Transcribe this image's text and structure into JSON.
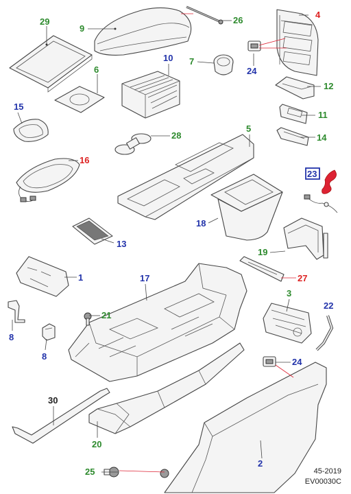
{
  "diagram": {
    "callouts": [
      {
        "id": "c29",
        "label": "29",
        "color": "#2d8a2d"
      },
      {
        "id": "c9",
        "label": "9",
        "color": "#2d8a2d"
      },
      {
        "id": "c26",
        "label": "26",
        "color": "#2d8a2d"
      },
      {
        "id": "c4",
        "label": "4",
        "color": "#dd2222"
      },
      {
        "id": "c7",
        "label": "7",
        "color": "#2d8a2d"
      },
      {
        "id": "c10",
        "label": "10",
        "color": "#2233aa"
      },
      {
        "id": "c24a",
        "label": "24",
        "color": "#2233aa"
      },
      {
        "id": "c6",
        "label": "6",
        "color": "#2d8a2d"
      },
      {
        "id": "c12",
        "label": "12",
        "color": "#2d8a2d"
      },
      {
        "id": "c15",
        "label": "15",
        "color": "#2233aa"
      },
      {
        "id": "c11",
        "label": "11",
        "color": "#2d8a2d"
      },
      {
        "id": "c28",
        "label": "28",
        "color": "#2d8a2d"
      },
      {
        "id": "c14",
        "label": "14",
        "color": "#2d8a2d"
      },
      {
        "id": "c5",
        "label": "5",
        "color": "#2d8a2d"
      },
      {
        "id": "c16",
        "label": "16",
        "color": "#dd2222"
      },
      {
        "id": "c23",
        "label": "23",
        "color": "#2233aa"
      },
      {
        "id": "c18",
        "label": "18",
        "color": "#2233aa"
      },
      {
        "id": "c13",
        "label": "13",
        "color": "#2233aa"
      },
      {
        "id": "c19",
        "label": "19",
        "color": "#2d8a2d"
      },
      {
        "id": "c1",
        "label": "1",
        "color": "#2233aa"
      },
      {
        "id": "c17",
        "label": "17",
        "color": "#2233aa"
      },
      {
        "id": "c27",
        "label": "27",
        "color": "#dd2222"
      },
      {
        "id": "c3",
        "label": "3",
        "color": "#2d8a2d"
      },
      {
        "id": "c22",
        "label": "22",
        "color": "#2233aa"
      },
      {
        "id": "c21",
        "label": "21",
        "color": "#2d8a2d"
      },
      {
        "id": "c8a",
        "label": "8",
        "color": "#2233aa"
      },
      {
        "id": "c8b",
        "label": "8",
        "color": "#2233aa"
      },
      {
        "id": "c24b",
        "label": "24",
        "color": "#2233aa"
      },
      {
        "id": "c30",
        "label": "30",
        "color": "#222222"
      },
      {
        "id": "c20",
        "label": "20",
        "color": "#2d8a2d"
      },
      {
        "id": "c2",
        "label": "2",
        "color": "#2233aa"
      },
      {
        "id": "c25",
        "label": "25",
        "color": "#2d8a2d"
      }
    ],
    "highlight_box_label": "23",
    "reference_year": "45-2019",
    "reference_code": "EV00030C"
  }
}
